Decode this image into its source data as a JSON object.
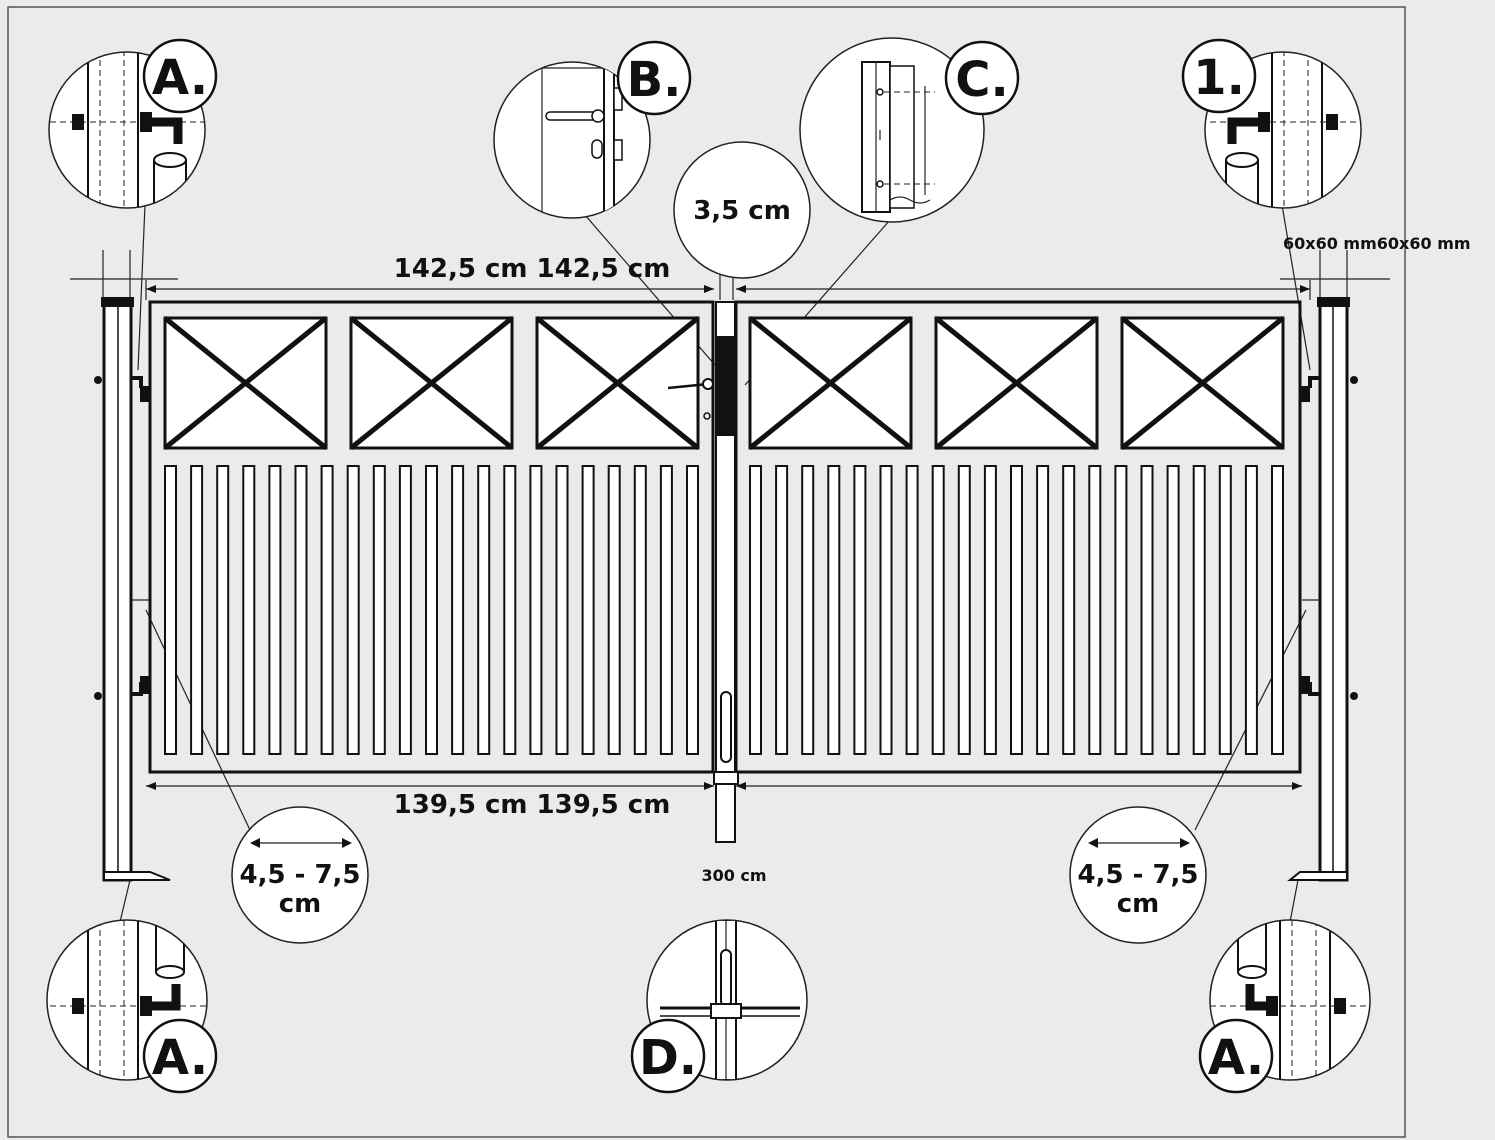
{
  "labels": {
    "a_top_left": "A.",
    "b": "B.",
    "c": "C.",
    "one": "1.",
    "a_bottom_left": "A.",
    "d": "D.",
    "a_bottom_right": "A."
  },
  "dimensions": {
    "gap_center": "3,5 cm",
    "post_size": "60x60 mm60x60 mm",
    "top_width": "142,5  cm 142,5  cm",
    "bottom_width": "139,5  cm 139,5  cm",
    "total_width": "300 cm",
    "gap_left_line1": "4,5 - 7,5",
    "gap_left_line2": "cm",
    "gap_right_line1": "4,5 - 7,5",
    "gap_right_line2": "cm"
  },
  "colors": {
    "background": "#ebebeb",
    "line": "#111111"
  }
}
